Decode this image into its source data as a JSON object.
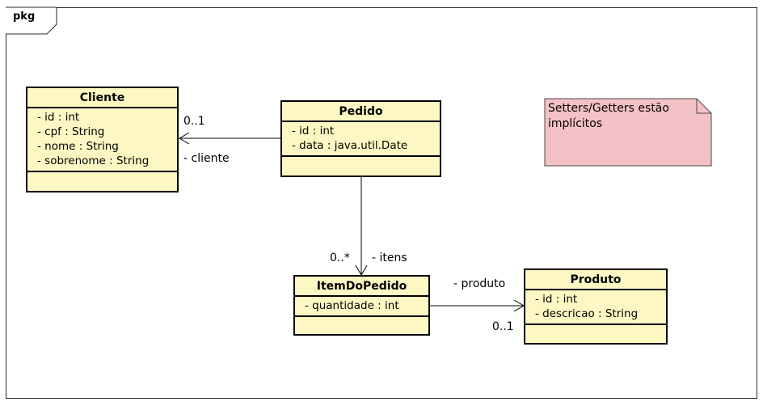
{
  "package": {
    "label": "pkg"
  },
  "classes": {
    "cliente": {
      "name": "Cliente",
      "attributes": [
        "- id : int",
        "- cpf : String",
        "- nome : String",
        "- sobrenome : String"
      ]
    },
    "pedido": {
      "name": "Pedido",
      "attributes": [
        "- id : int",
        "- data : java.util.Date"
      ]
    },
    "item_do_pedido": {
      "name": "ItemDoPedido",
      "attributes": [
        "- quantidade : int"
      ]
    },
    "produto": {
      "name": "Produto",
      "attributes": [
        "- id : int",
        "- descricao : String"
      ]
    }
  },
  "associations": {
    "pedido_cliente": {
      "role": "- cliente",
      "multiplicity": "0..1"
    },
    "pedido_itens": {
      "role": "- itens",
      "multiplicity": "0..*"
    },
    "item_produto": {
      "role": "- produto",
      "multiplicity": "0..1"
    }
  },
  "note": {
    "lines": [
      "Setters/Getters estão",
      "implícitos"
    ],
    "fill": "#f4c1c6"
  },
  "colors": {
    "class_fill": "#fdf8c3",
    "border": "#000000"
  }
}
